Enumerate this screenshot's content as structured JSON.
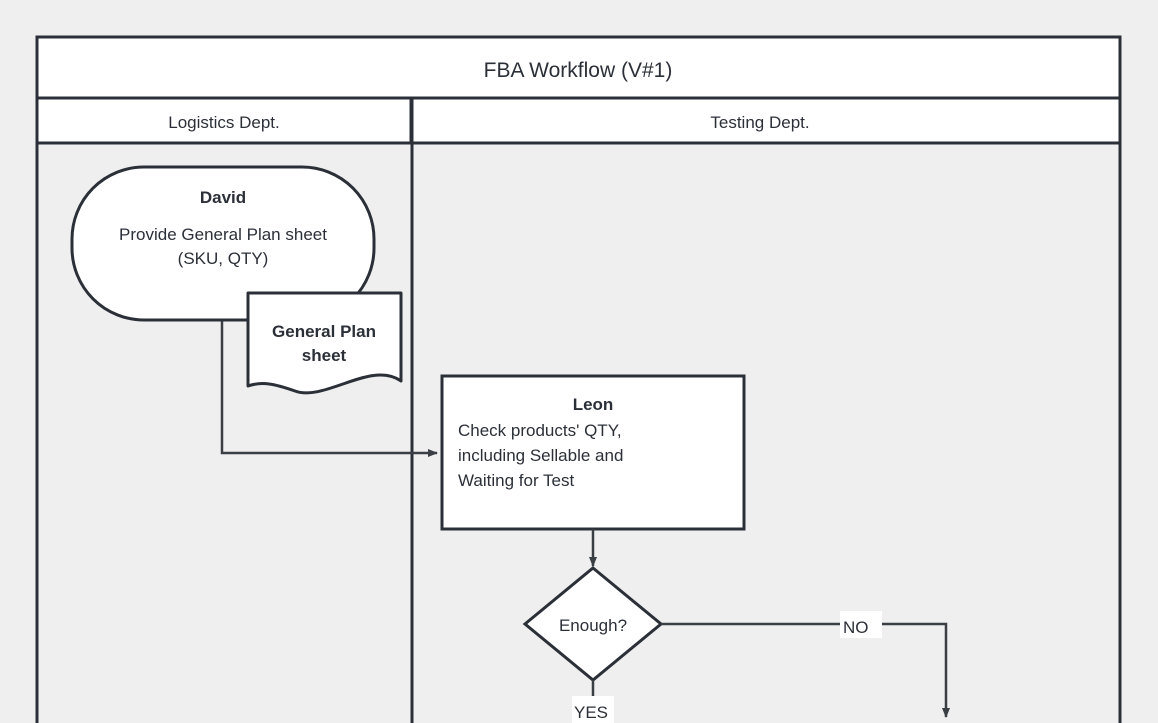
{
  "diagram": {
    "title": "FBA Workflow (V#1)",
    "background_color": "#efefef",
    "stroke_color": "#2b3038",
    "shape_fill": "#ffffff",
    "lanes": [
      {
        "id": "logistics",
        "label": "Logistics Dept."
      },
      {
        "id": "testing",
        "label": "Testing Dept."
      }
    ],
    "nodes": {
      "david": {
        "shape": "terminator",
        "title": "David",
        "body_line_1": "Provide General Plan sheet",
        "body_line_2": "(SKU, QTY)"
      },
      "general_plan_sheet": {
        "shape": "document",
        "line_1": "General Plan",
        "line_2": "sheet"
      },
      "leon": {
        "shape": "process",
        "title": "Leon",
        "body_line_1": "Check products' QTY,",
        "body_line_2": "including Sellable and",
        "body_line_3": "Waiting for Test"
      },
      "enough_decision": {
        "shape": "decision",
        "label": "Enough?"
      }
    },
    "edge_labels": {
      "yes": "YES",
      "no": "NO"
    }
  }
}
